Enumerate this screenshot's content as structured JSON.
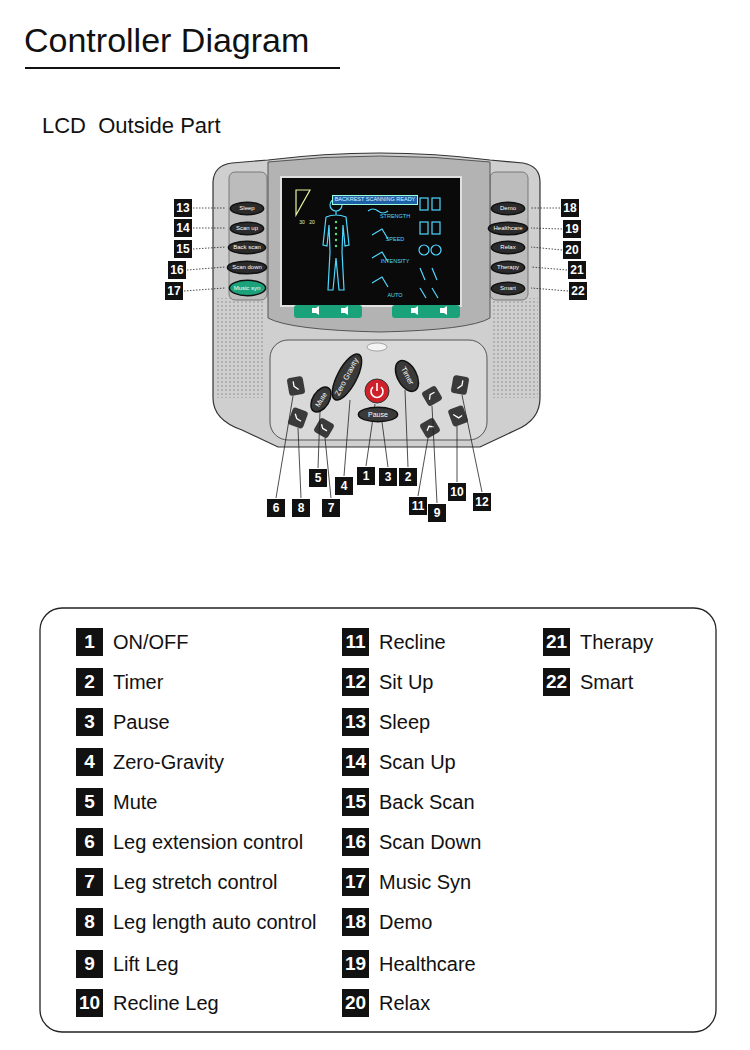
{
  "diagram": {
    "title": "Controller Diagram",
    "nodes": [
      {
        "text": [
          "Sleep"
        ]
      },
      {
        "text": [
          "Scan up"
        ]
      },
      {
        "text": [
          "Back scan"
        ]
      },
      {
        "text": [
          "Scan down"
        ]
      },
      {
        "text": [
          "Music syn"
        ]
      },
      {
        "text": [
          "Demo"
        ]
      },
      {
        "text": [
          "Healthcare"
        ]
      },
      {
        "text": [
          "Relax"
        ]
      },
      {
        "text": [
          "Therapy"
        ]
      },
      {
        "text": [
          "Smart"
        ]
      },
      {
        "text": [
          "Zero Gravity"
        ]
      },
      {
        "text": [
          "Timer"
        ]
      },
      {
        "text": [
          "Mute"
        ]
      },
      {
        "text": [
          "Pause"
        ]
      }
    ],
    "labels": [
      "LCD  Outside Part",
      "1",
      "2",
      "3",
      "4",
      "5",
      "6",
      "7",
      "8",
      "9",
      "10",
      "11",
      "12",
      "13",
      "14",
      "15",
      "16",
      "17",
      "18",
      "19",
      "20",
      "21",
      "22",
      "BACKREST SCANNING READY",
      "STRENGTH",
      "SPEED",
      "INTENSITY",
      "AUTO",
      "30",
      "20",
      "1",
      "2",
      "3",
      "4",
      "5",
      "6",
      "7",
      "8",
      "9",
      "10",
      "11",
      "12",
      "13",
      "14",
      "15",
      "16",
      "17",
      "18",
      "19",
      "20",
      "21",
      "22",
      "ON/OFF",
      "Timer",
      "Pause",
      "Zero-Gravity",
      "Mute",
      "Leg extension control",
      "Leg stretch control",
      "Leg length auto control",
      "Lift Leg",
      "Recline Leg",
      "Recline",
      "Sit Up",
      "Sleep",
      "Scan Up",
      "Back Scan",
      "Scan Down",
      "Music Syn",
      "Demo",
      "Healthcare",
      "Relax",
      "Therapy",
      "Smart"
    ]
  }
}
